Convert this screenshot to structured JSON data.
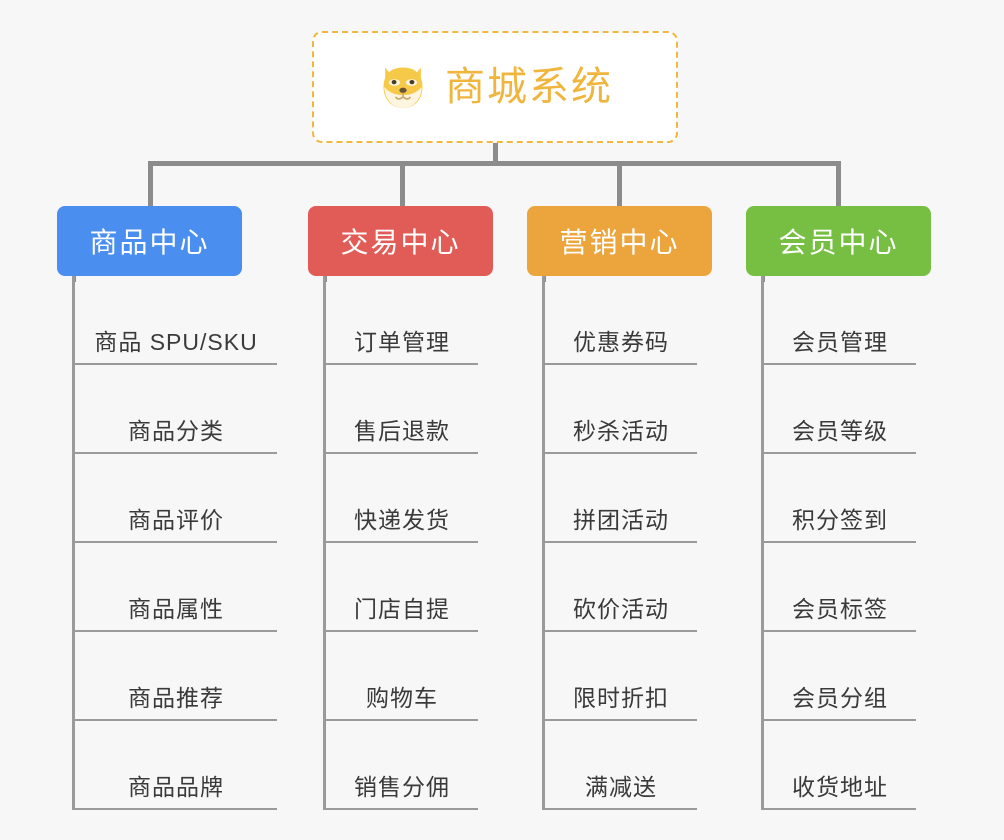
{
  "root": {
    "title": "商城系统",
    "icon": "shiba-dog-icon",
    "title_color": "#f0b53c",
    "border_color": "#f3b73d"
  },
  "canvas": {
    "background": "#f7f7f7",
    "line_color": "#8c8c8c"
  },
  "branches": [
    {
      "label": "商品中心",
      "color": "#4a8ef0",
      "items": [
        "商品 SPU/SKU",
        "商品分类",
        "商品评价",
        "商品属性",
        "商品推荐",
        "商品品牌"
      ]
    },
    {
      "label": "交易中心",
      "color": "#e25c57",
      "items": [
        "订单管理",
        "售后退款",
        "快递发货",
        "门店自提",
        "购物车",
        "销售分佣"
      ]
    },
    {
      "label": "营销中心",
      "color": "#eba53c",
      "items": [
        "优惠券码",
        "秒杀活动",
        "拼团活动",
        "砍价活动",
        "限时折扣",
        "满减送"
      ]
    },
    {
      "label": "会员中心",
      "color": "#76bf43",
      "items": [
        "会员管理",
        "会员等级",
        "积分签到",
        "会员标签",
        "会员分组",
        "收货地址"
      ]
    }
  ]
}
